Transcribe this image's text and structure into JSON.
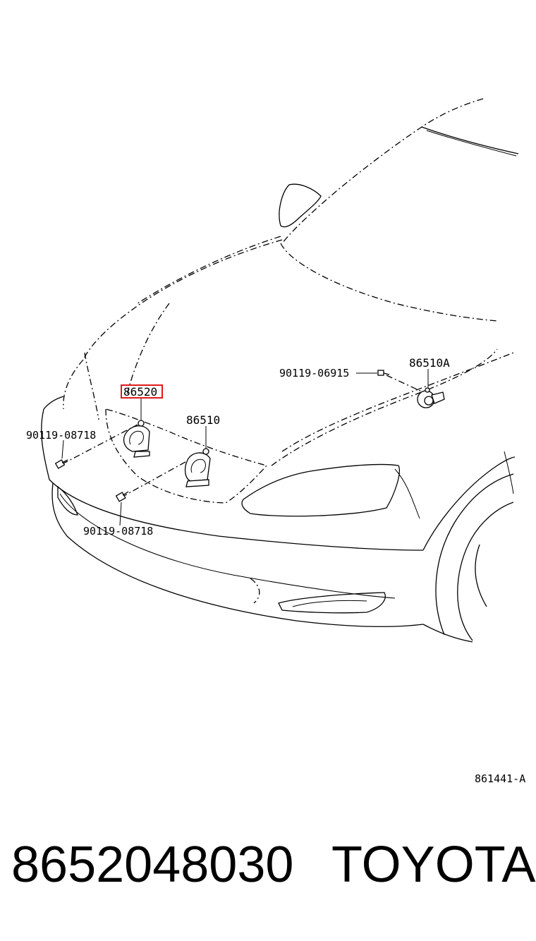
{
  "callouts": {
    "horn_high": "86520",
    "horn_low": "86510",
    "horn_a": "86510A",
    "bolt_left_top": "90119-08718",
    "bolt_left_bottom": "90119-08718",
    "bolt_right": "90119-06915",
    "figure_ref": "861441-A"
  },
  "highlight_color": "#e0191b",
  "footer": {
    "part_number": "8652048030",
    "brand": "TOYOTA"
  }
}
